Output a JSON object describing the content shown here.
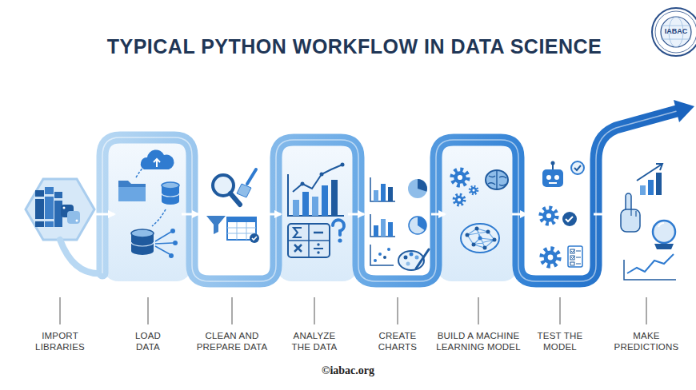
{
  "diagram": {
    "title": "TYPICAL PYTHON WORKFLOW IN DATA SCIENCE",
    "nodes": [
      {
        "text": [
          "IMPORT LIBRARIES"
        ]
      },
      {
        "text": [
          "LOAD DATA"
        ]
      },
      {
        "text": [
          "CLEAN AND PREPARE DATA"
        ]
      },
      {
        "text": [
          "ANALYZE THE DATA"
        ]
      },
      {
        "text": [
          "CREATE CHARTS"
        ]
      },
      {
        "text": [
          "BUILD A MACHINE LEARNING MODEL"
        ]
      },
      {
        "text": [
          "TEST THE MODEL"
        ]
      },
      {
        "text": [
          "MAKE PREDICTIONS"
        ]
      }
    ],
    "edges": [
      {
        "from": 0,
        "to": 1,
        "arrow": "to"
      },
      {
        "from": 1,
        "to": 2,
        "arrow": "to"
      },
      {
        "from": 2,
        "to": 3,
        "arrow": "to"
      },
      {
        "from": 3,
        "to": 4,
        "arrow": "to"
      },
      {
        "from": 4,
        "to": 5,
        "arrow": "to"
      },
      {
        "from": 5,
        "to": 6,
        "arrow": "to"
      },
      {
        "from": 6,
        "to": 7,
        "arrow": "to"
      }
    ],
    "labels": [
      "IABAC",
      "©iabac.org"
    ]
  }
}
